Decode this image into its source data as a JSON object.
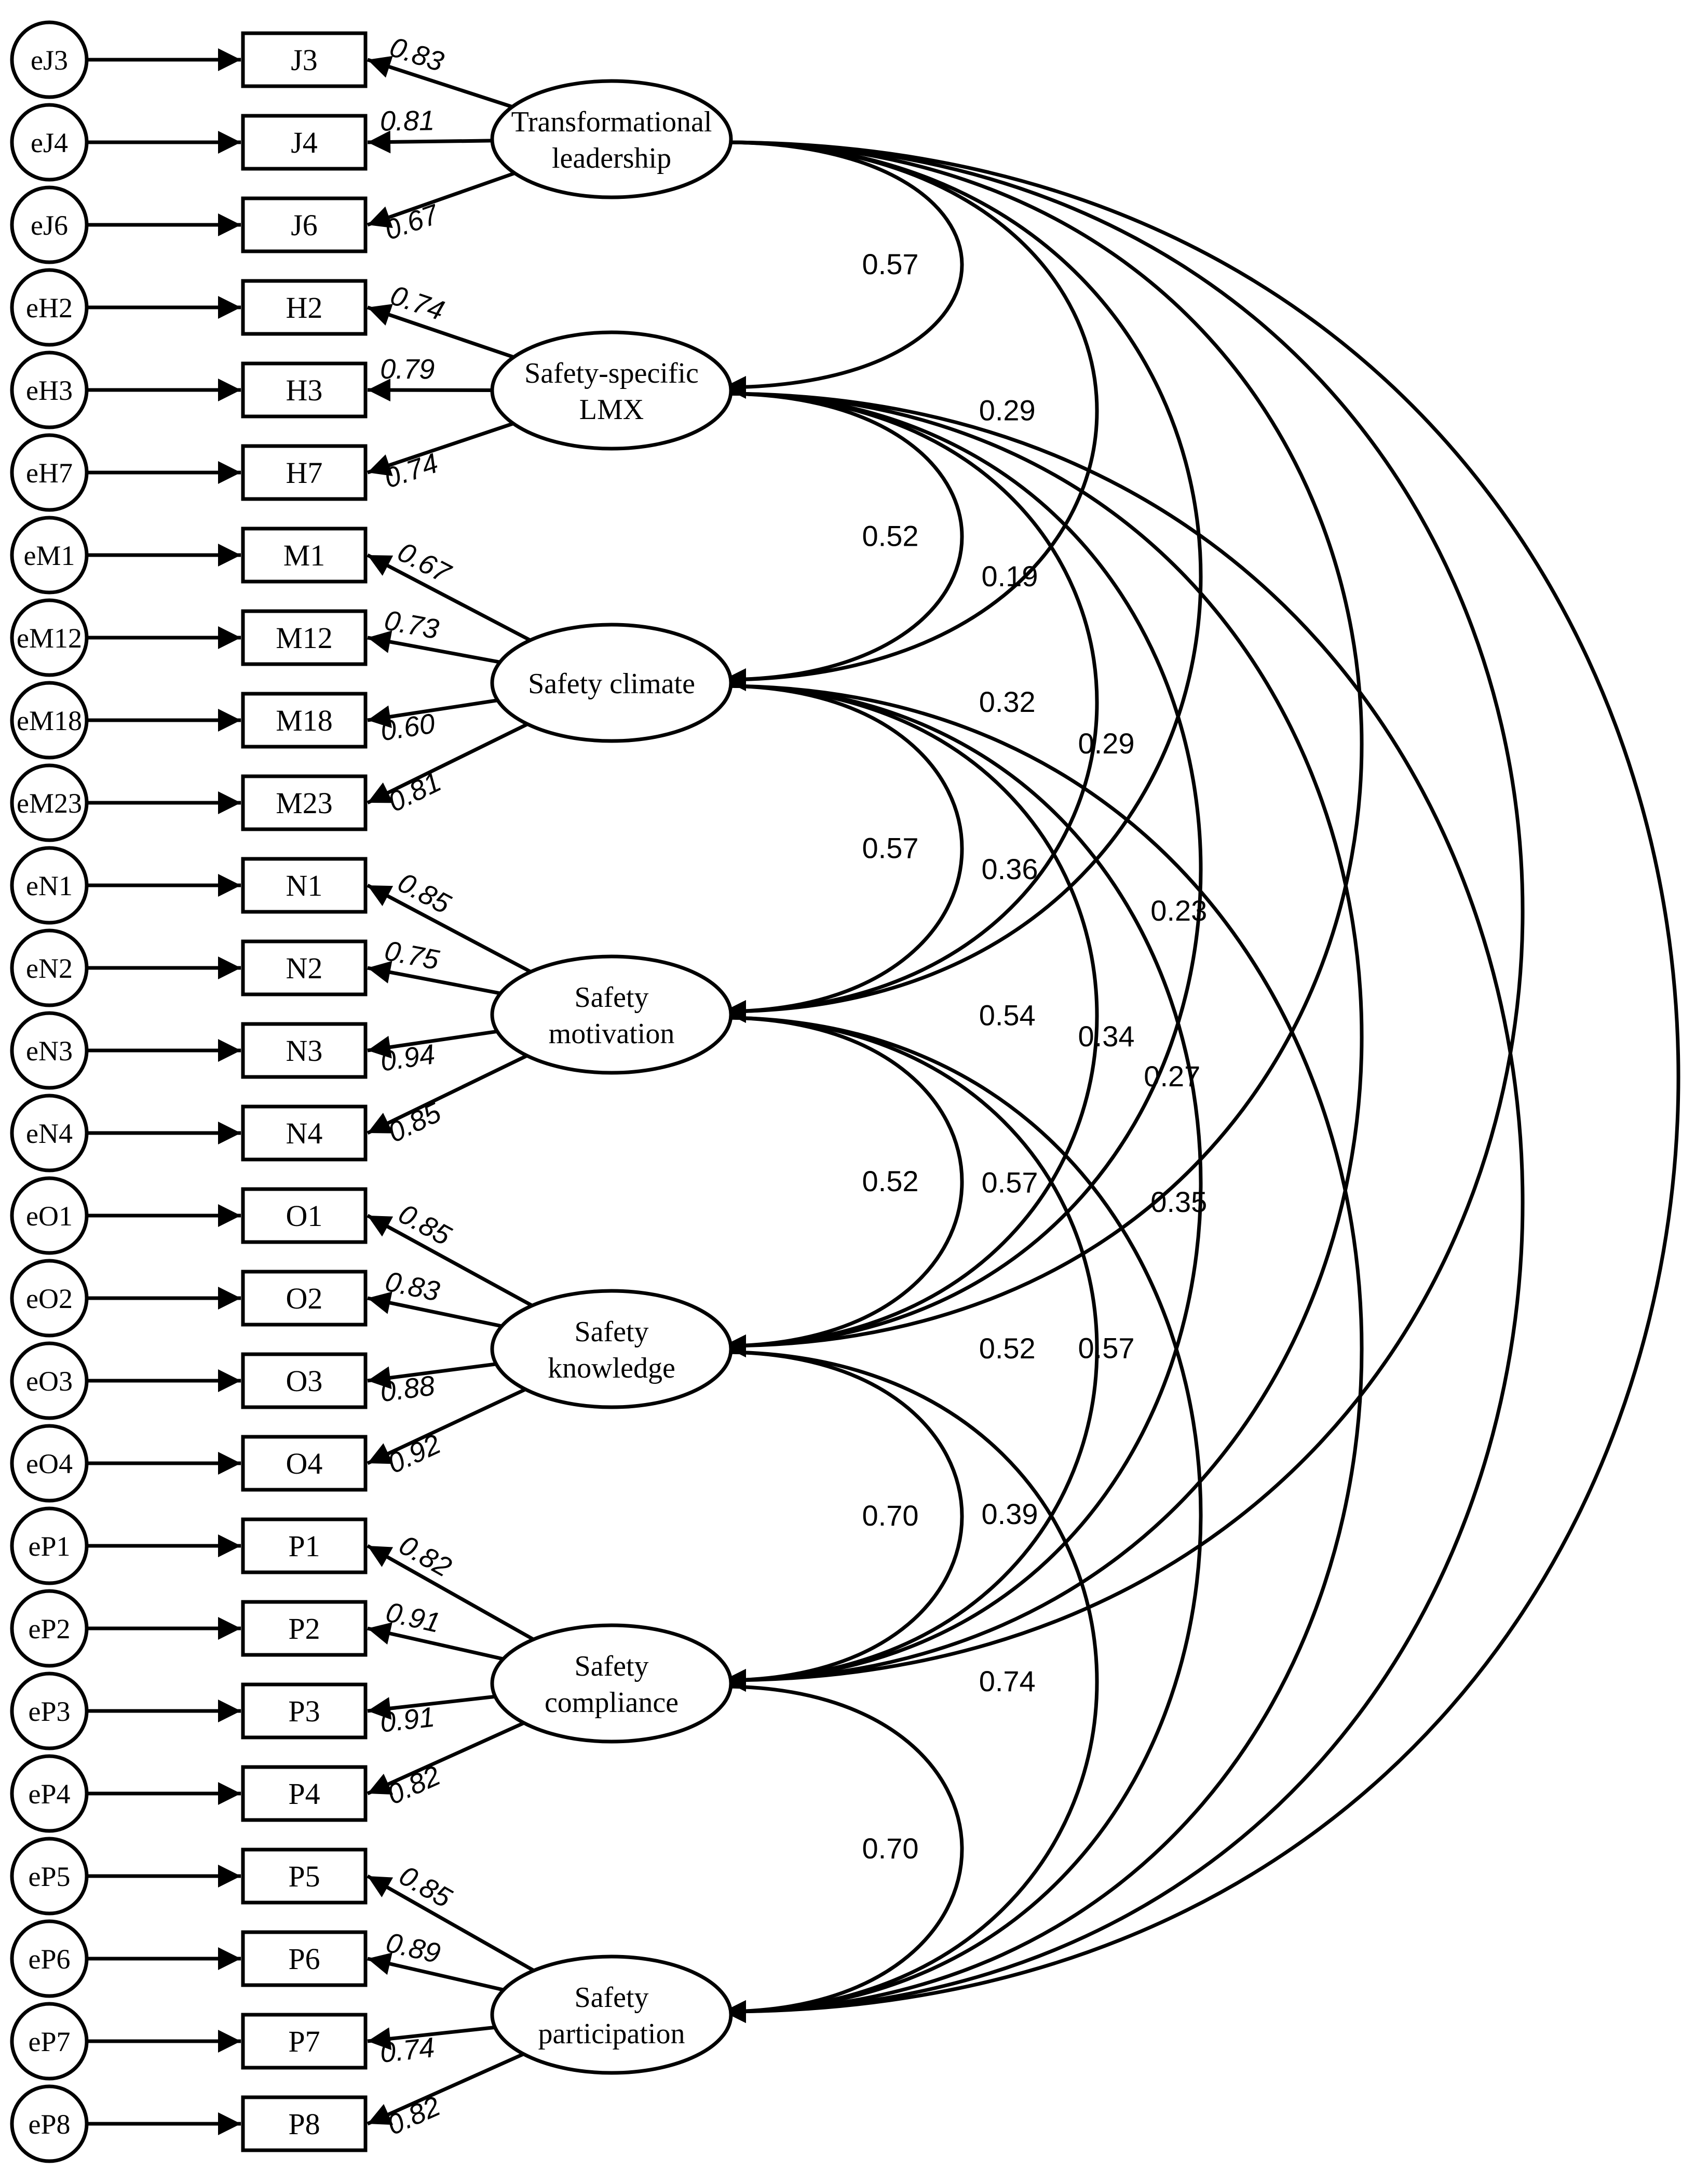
{
  "factors": [
    {
      "id": "TL",
      "label": [
        "Transformational",
        "leadership"
      ],
      "indicators": [
        {
          "e": "eJ3",
          "v": "J3",
          "w": "0.83"
        },
        {
          "e": "eJ4",
          "v": "J4",
          "w": "0.81"
        },
        {
          "e": "eJ6",
          "v": "J6",
          "w": "0.67"
        }
      ]
    },
    {
      "id": "LMX",
      "label": [
        "Safety-specific",
        "LMX"
      ],
      "indicators": [
        {
          "e": "eH2",
          "v": "H2",
          "w": "0.74"
        },
        {
          "e": "eH3",
          "v": "H3",
          "w": "0.79"
        },
        {
          "e": "eH7",
          "v": "H7",
          "w": "0.74"
        }
      ]
    },
    {
      "id": "SC",
      "label": [
        "Safety climate"
      ],
      "indicators": [
        {
          "e": "eM1",
          "v": "M1",
          "w": "0.67"
        },
        {
          "e": "eM12",
          "v": "M12",
          "w": "0.73"
        },
        {
          "e": "eM18",
          "v": "M18",
          "w": "0.60"
        },
        {
          "e": "eM23",
          "v": "M23",
          "w": "0.81"
        }
      ]
    },
    {
      "id": "SM",
      "label": [
        "Safety",
        "motivation"
      ],
      "indicators": [
        {
          "e": "eN1",
          "v": "N1",
          "w": "0.85"
        },
        {
          "e": "eN2",
          "v": "N2",
          "w": "0.75"
        },
        {
          "e": "eN3",
          "v": "N3",
          "w": "0.94"
        },
        {
          "e": "eN4",
          "v": "N4",
          "w": "0.85"
        }
      ]
    },
    {
      "id": "SK",
      "label": [
        "Safety",
        "knowledge"
      ],
      "indicators": [
        {
          "e": "eO1",
          "v": "O1",
          "w": "0.85"
        },
        {
          "e": "eO2",
          "v": "O2",
          "w": "0.83"
        },
        {
          "e": "eO3",
          "v": "O3",
          "w": "0.88"
        },
        {
          "e": "eO4",
          "v": "O4",
          "w": "0.92"
        }
      ]
    },
    {
      "id": "SCo",
      "label": [
        "Safety",
        "compliance"
      ],
      "indicators": [
        {
          "e": "eP1",
          "v": "P1",
          "w": "0.82"
        },
        {
          "e": "eP2",
          "v": "P2",
          "w": "0.91"
        },
        {
          "e": "eP3",
          "v": "P3",
          "w": "0.91"
        },
        {
          "e": "eP4",
          "v": "P4",
          "w": "0.82"
        }
      ]
    },
    {
      "id": "SP",
      "label": [
        "Safety",
        "participation"
      ],
      "indicators": [
        {
          "e": "eP5",
          "v": "P5",
          "w": "0.85"
        },
        {
          "e": "eP6",
          "v": "P6",
          "w": "0.89"
        },
        {
          "e": "eP7",
          "v": "P7",
          "w": "0.74"
        },
        {
          "e": "eP8",
          "v": "P8",
          "w": "0.82"
        }
      ]
    }
  ],
  "correlations": [
    {
      "from": 0,
      "to": 1,
      "r": "0.57"
    },
    {
      "from": 0,
      "to": 2,
      "r": "0.29"
    },
    {
      "from": 0,
      "to": 3,
      "r": "0.19"
    },
    {
      "from": 0,
      "to": 4,
      "r": "0.29"
    },
    {
      "from": 0,
      "to": 5,
      "r": "0.23"
    },
    {
      "from": 0,
      "to": 6,
      "r": "0.27"
    },
    {
      "from": 1,
      "to": 2,
      "r": "0.52"
    },
    {
      "from": 1,
      "to": 3,
      "r": "0.32"
    },
    {
      "from": 1,
      "to": 4,
      "r": "0.36"
    },
    {
      "from": 1,
      "to": 5,
      "r": "0.34"
    },
    {
      "from": 1,
      "to": 6,
      "r": "0.35"
    },
    {
      "from": 2,
      "to": 3,
      "r": "0.57"
    },
    {
      "from": 2,
      "to": 4,
      "r": "0.54"
    },
    {
      "from": 2,
      "to": 5,
      "r": "0.57"
    },
    {
      "from": 2,
      "to": 6,
      "r": "0.57"
    },
    {
      "from": 3,
      "to": 4,
      "r": "0.52"
    },
    {
      "from": 3,
      "to": 5,
      "r": "0.52"
    },
    {
      "from": 3,
      "to": 6,
      "r": "0.39"
    },
    {
      "from": 4,
      "to": 5,
      "r": "0.70"
    },
    {
      "from": 4,
      "to": 6,
      "r": "0.74"
    },
    {
      "from": 5,
      "to": 6,
      "r": "0.70"
    }
  ]
}
